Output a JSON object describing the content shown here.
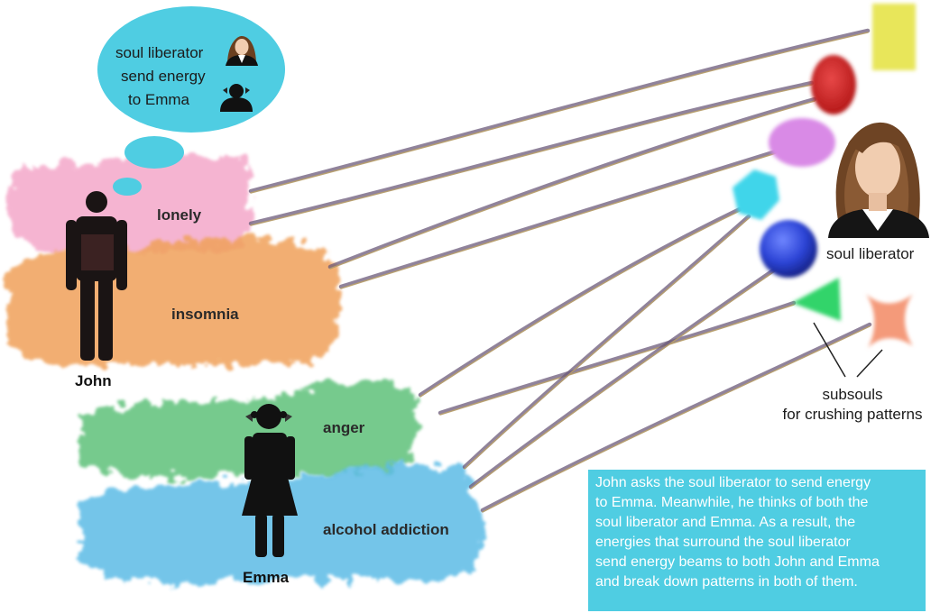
{
  "thought_bubble": {
    "line1": "soul liberator",
    "line2": "send energy",
    "line3": "to Emma",
    "color": "#4fcde2"
  },
  "john": {
    "name": "John",
    "patterns": [
      "lonely",
      "insomnia"
    ],
    "cloud_colors": [
      "#f4a7c9",
      "#f0a15a"
    ]
  },
  "emma": {
    "name": "Emma",
    "patterns": [
      "anger",
      "alcohol addiction"
    ],
    "cloud_colors": [
      "#5fc17a",
      "#5bbbe6"
    ]
  },
  "soul_liberator": {
    "label": "soul liberator"
  },
  "subsouls": {
    "label_line1": "subsouls",
    "label_line2": "for crushing patterns",
    "shapes": [
      {
        "name": "yellow-rectangle",
        "color": "#e8e65a"
      },
      {
        "name": "red-oval",
        "color": "#d42a2a"
      },
      {
        "name": "violet-oval",
        "color": "#d98ae6"
      },
      {
        "name": "cyan-hexagon",
        "color": "#3fd5ea"
      },
      {
        "name": "blue-sphere",
        "color": "#2c44d6"
      },
      {
        "name": "green-triangle",
        "color": "#33d46a"
      },
      {
        "name": "orange-star",
        "color": "#f49a7a"
      }
    ]
  },
  "caption": {
    "lines": [
      "John asks the soul liberator to send energy",
      "to Emma. Meanwhile, he thinks of both the",
      "soul liberator and Emma. As a result, the",
      "energies that surround the soul liberator",
      "send energy beams to both John and Emma",
      " and break down patterns in both of them."
    ],
    "background": "#4fcde2"
  }
}
